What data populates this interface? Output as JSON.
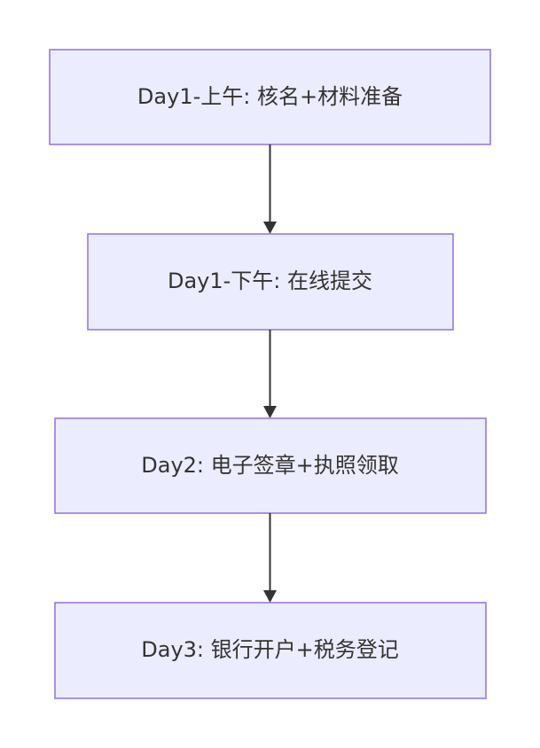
{
  "flowchart": {
    "nodes": [
      {
        "label": "Day1-上午: 核名+材料准备"
      },
      {
        "label": "Day1-下午: 在线提交"
      },
      {
        "label": "Day2: 电子签章+执照领取"
      },
      {
        "label": "Day3: 银行开户+税务登记"
      }
    ]
  },
  "colors": {
    "node_fill": "#ECECFF",
    "node_border": "#9370DB",
    "text": "#333333",
    "edge": "#333333"
  }
}
